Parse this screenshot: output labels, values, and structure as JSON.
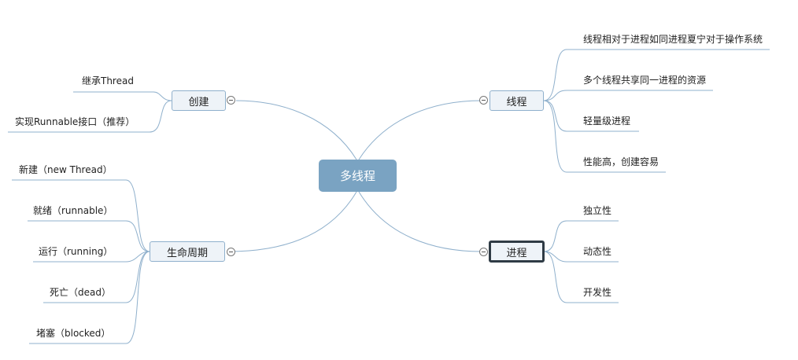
{
  "central": {
    "label": "多线程"
  },
  "topics": {
    "create": {
      "label": "创建",
      "items": [
        "继承Thread",
        "实现Runnable接口（推荐）"
      ]
    },
    "lifecycle": {
      "label": "生命周期",
      "items": [
        "新建（new Thread）",
        "就绪（runnable）",
        "运行（running）",
        "死亡（dead）",
        "堵塞（blocked）"
      ]
    },
    "thread": {
      "label": "线程",
      "items": [
        "线程相对于进程如同进程夏宁对于操作系统",
        "多个线程共享同一进程的资源",
        "轻量级进程",
        "性能高，创建容易"
      ]
    },
    "process": {
      "label": "进程",
      "items": [
        "独立性",
        "动态性",
        "开发性"
      ]
    }
  },
  "colors": {
    "central_fill": "#7aa3c2",
    "topic_fill": "#eef3f8",
    "topic_border": "#8fb0cc",
    "connector": "#8fb0cc",
    "selected_border": "#2f3b45"
  }
}
